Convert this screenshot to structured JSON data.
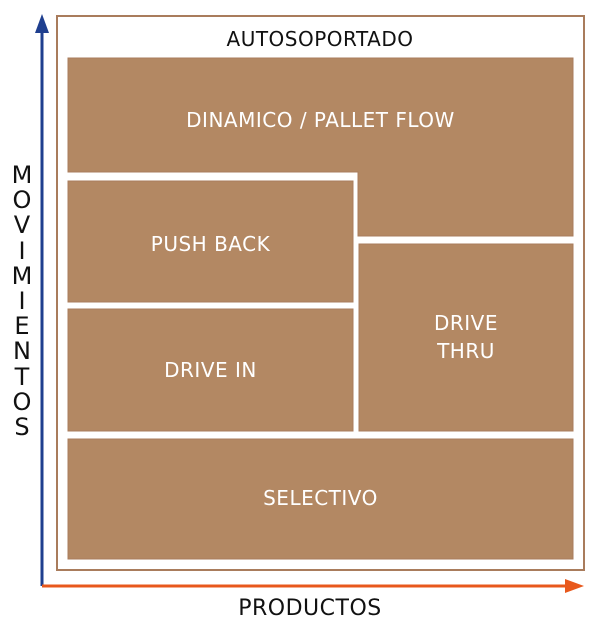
{
  "diagram": {
    "container_title": "AUTOSOPORTADO",
    "y_axis_label": "MOVIMIENTOS",
    "x_axis_label": "PRODUCTOS",
    "blocks": {
      "dinamico": "DINAMICO / PALLET FLOW",
      "push_back": "PUSH BACK",
      "drive_in": "DRIVE IN",
      "drive_thru": "DRIVE\nTHRU",
      "selectivo": "SELECTIVO"
    }
  },
  "colors": {
    "block_fill": "#b38863",
    "container_border": "#a97c5c",
    "y_axis": "#1f3f8f",
    "x_axis": "#e8581c"
  }
}
